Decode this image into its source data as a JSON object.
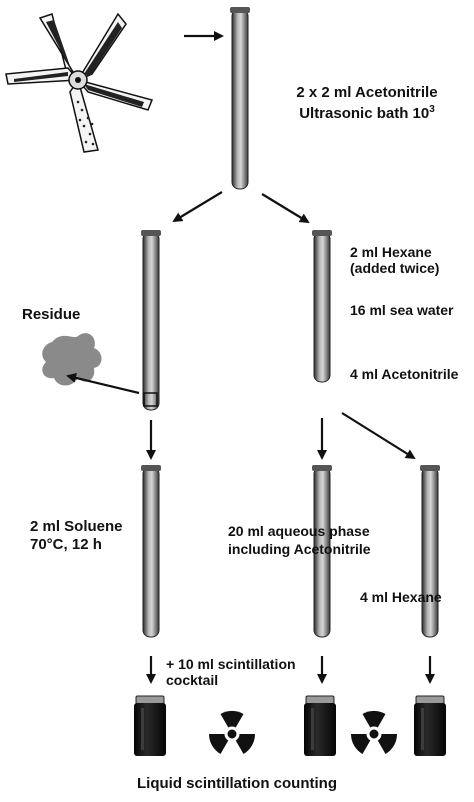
{
  "labels": {
    "step1_line1": "2 x 2 ml Acetonitrile",
    "step1_line2": "Ultrasonic bath 10",
    "step1_sup": "3",
    "hexane_line1": "2 ml Hexane",
    "hexane_line2": "(added twice)",
    "sea_water": "16 ml sea water",
    "acetonitrile": "4 ml Acetonitrile",
    "residue": "Residue",
    "soluene_line1": "2 ml Soluene",
    "soluene_line2": "70°C, 12 h",
    "aqueous_line1": "20 ml aqueous phase",
    "aqueous_line2": "including Acetonitrile",
    "hexane_4ml": "4 ml Hexane",
    "cocktail_line1": "+ 10 ml scintillation",
    "cocktail_line2": "cocktail",
    "footer": "Liquid scintillation counting"
  },
  "icons": {
    "organism": "starfish-icon",
    "residue": "residue-blob-icon",
    "radiation": "radiation-trefoil-icon",
    "vial": "scintillation-vial-icon",
    "tube": "test-tube-icon"
  },
  "colors": {
    "tube_dark": "#2f2f2f",
    "tube_light": "#bdbdbd",
    "residue_grey": "#8a8a8a",
    "vial_black": "#111111"
  }
}
